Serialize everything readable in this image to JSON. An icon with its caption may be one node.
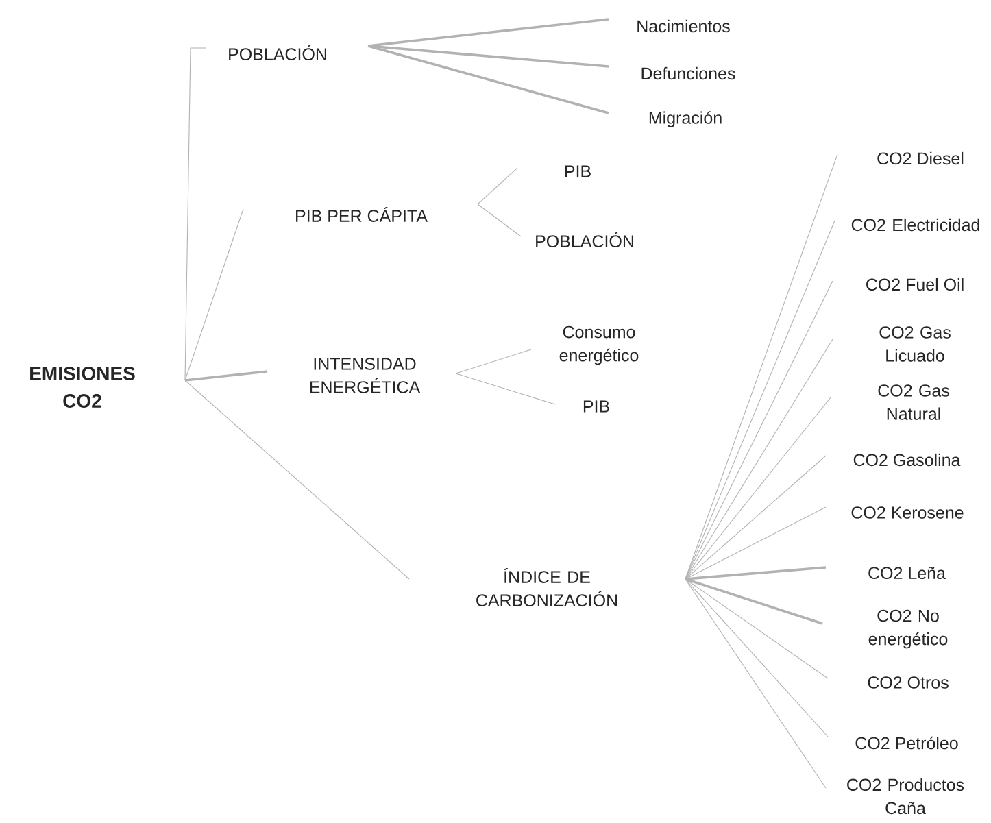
{
  "diagram": {
    "nodes": [
      {
        "text": [
          "EMISIONES CO2"
        ]
      },
      {
        "text": [
          "POBLACIÓN"
        ]
      },
      {
        "text": [
          "PIB PER CÁPITA"
        ]
      },
      {
        "text": [
          "INTENSIDAD ENERGÉTICA"
        ]
      },
      {
        "text": [
          "ÍNDICE DE CARBONIZACIÓN"
        ]
      },
      {
        "text": [
          "Nacimientos"
        ]
      },
      {
        "text": [
          "Defunciones"
        ]
      },
      {
        "text": [
          "Migración"
        ]
      },
      {
        "text": [
          "PIB"
        ]
      },
      {
        "text": [
          "POBLACIÓN"
        ]
      },
      {
        "text": [
          "Consumo energético"
        ]
      },
      {
        "text": [
          "PIB"
        ]
      },
      {
        "text": [
          "CO2 Diesel"
        ]
      },
      {
        "text": [
          "CO2 Electricidad"
        ]
      },
      {
        "text": [
          "CO2 Fuel Oil"
        ]
      },
      {
        "text": [
          "CO2 Gas Licuado"
        ]
      },
      {
        "text": [
          "CO2 Gas Natural"
        ]
      },
      {
        "text": [
          "CO2 Gasolina"
        ]
      },
      {
        "text": [
          "CO2 Kerosene"
        ]
      },
      {
        "text": [
          "CO2 Leña"
        ]
      },
      {
        "text": [
          "CO2 No energético"
        ]
      },
      {
        "text": [
          "CO2 Otros"
        ]
      },
      {
        "text": [
          "CO2 Petróleo"
        ]
      },
      {
        "text": [
          "CO2 Productos Caña"
        ]
      }
    ],
    "edges": [
      {
        "from": 0,
        "to": 1,
        "arrow": "none"
      },
      {
        "from": 0,
        "to": 2,
        "arrow": "none"
      },
      {
        "from": 0,
        "to": 3,
        "arrow": "none",
        "style": "thick"
      },
      {
        "from": 0,
        "to": 4,
        "arrow": "none"
      },
      {
        "from": 1,
        "to": 5,
        "arrow": "none",
        "style": "thick"
      },
      {
        "from": 1,
        "to": 6,
        "arrow": "none",
        "style": "thick"
      },
      {
        "from": 1,
        "to": 7,
        "arrow": "none",
        "style": "thick"
      },
      {
        "from": 2,
        "to": 8,
        "arrow": "none"
      },
      {
        "from": 2,
        "to": 9,
        "arrow": "none"
      },
      {
        "from": 3,
        "to": 10,
        "arrow": "none"
      },
      {
        "from": 3,
        "to": 11,
        "arrow": "none"
      },
      {
        "from": 4,
        "to": 12,
        "arrow": "none"
      },
      {
        "from": 4,
        "to": 13,
        "arrow": "none"
      },
      {
        "from": 4,
        "to": 14,
        "arrow": "none"
      },
      {
        "from": 4,
        "to": 15,
        "arrow": "none"
      },
      {
        "from": 4,
        "to": 16,
        "arrow": "none"
      },
      {
        "from": 4,
        "to": 17,
        "arrow": "none"
      },
      {
        "from": 4,
        "to": 18,
        "arrow": "none"
      },
      {
        "from": 4,
        "to": 19,
        "arrow": "none",
        "style": "thick"
      },
      {
        "from": 4,
        "to": 20,
        "arrow": "none",
        "style": "thick"
      },
      {
        "from": 4,
        "to": 21,
        "arrow": "none"
      },
      {
        "from": 4,
        "to": 22,
        "arrow": "none"
      },
      {
        "from": 4,
        "to": 23,
        "arrow": "none"
      }
    ]
  }
}
